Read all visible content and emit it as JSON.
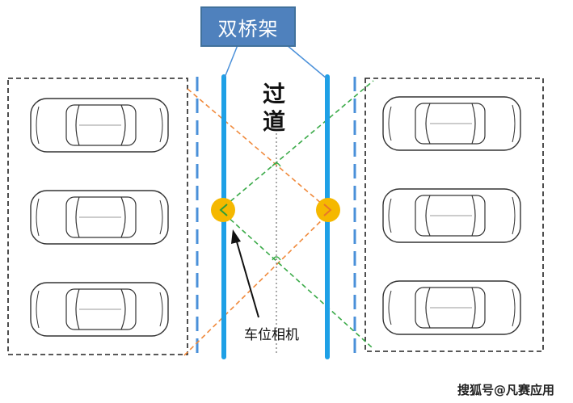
{
  "diagram": {
    "title": "双桥架",
    "aisle_label": "过道",
    "camera_label": "车位相机",
    "source": "搜狐号@凡赛应用"
  },
  "colors": {
    "title_fill": "#4f81bd",
    "bridge_rail": "#1ea0e6",
    "lane_dash": "#4a90d9",
    "camera_dot": "#f5b800",
    "camera_mark_left": "#2e9e3a",
    "camera_mark_right": "#e8762b",
    "sight_orange": "#f08a3c",
    "sight_green": "#3aaa48",
    "zone_border": "#222222"
  },
  "parking": {
    "left_cars": 3,
    "right_cars": 3
  }
}
